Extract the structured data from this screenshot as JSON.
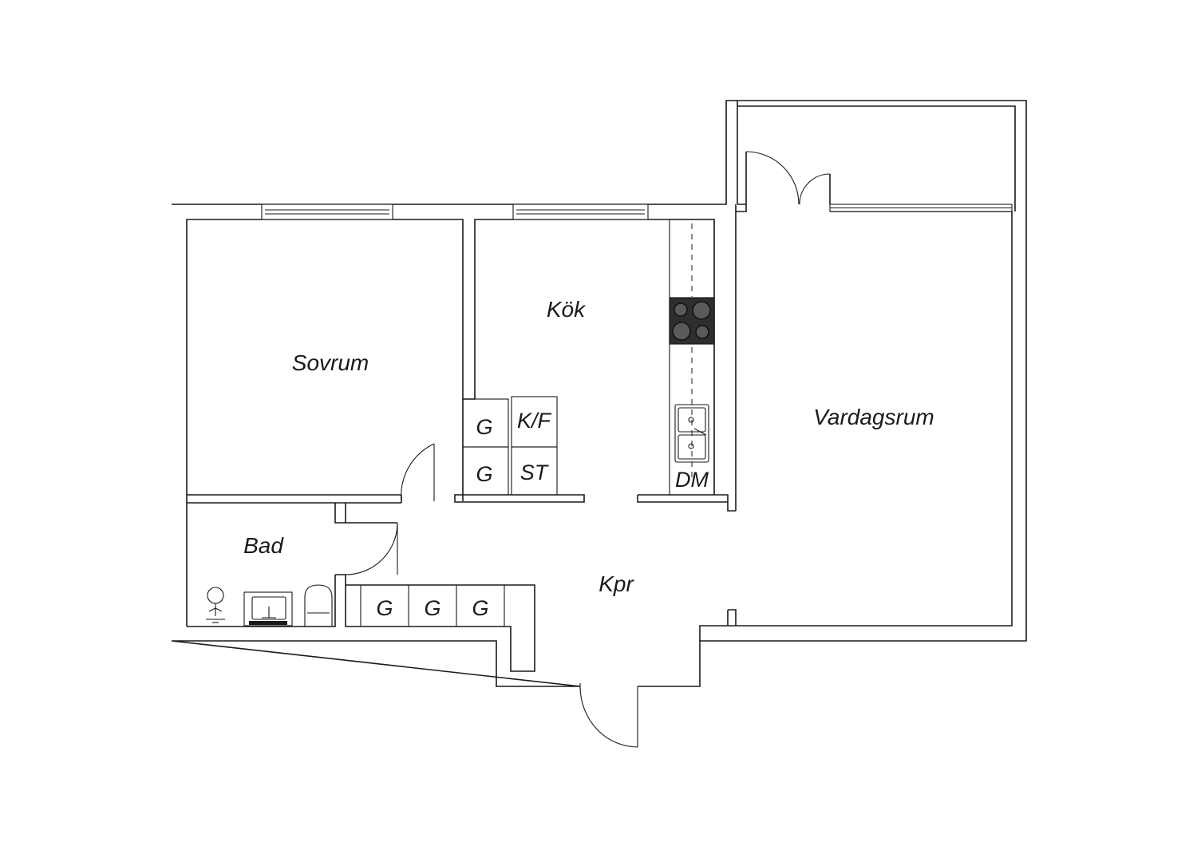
{
  "rooms": {
    "sovrum": "Sovrum",
    "kok": "Kök",
    "vardagsrum": "Vardagsrum",
    "bad": "Bad",
    "kpr": "Kpr"
  },
  "fixtures": {
    "kitchen_cabinet_upper": "G",
    "kitchen_cabinet_lower": "G",
    "fridge_freezer": "K/F",
    "stove": "ST",
    "dishwasher": "DM",
    "hall_closets": [
      "G",
      "G",
      "G"
    ]
  }
}
